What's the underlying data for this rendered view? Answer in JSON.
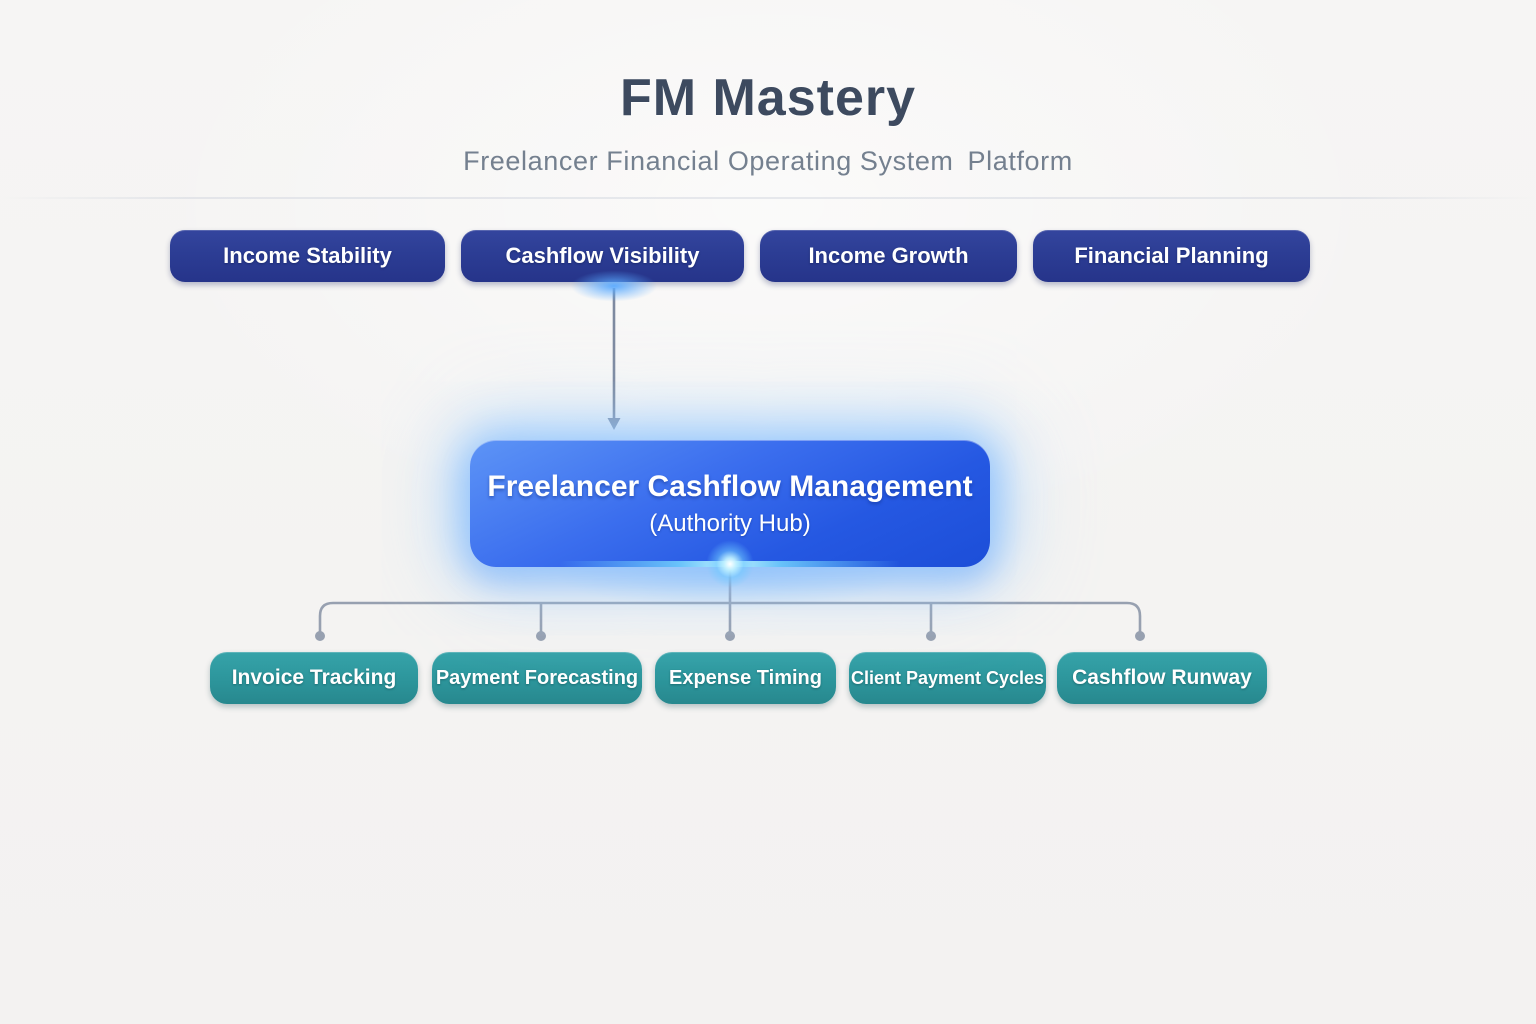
{
  "header": {
    "title": "FM Mastery",
    "subtitle_part1": "Freelancer Financial Operating System",
    "subtitle_part2": "Platform"
  },
  "top_pills": [
    {
      "label": "Income Stability"
    },
    {
      "label": "Cashflow Visibility"
    },
    {
      "label": "Income Growth"
    },
    {
      "label": "Financial Planning"
    }
  ],
  "hub": {
    "title": "Freelancer Cashflow Management",
    "subtitle": "(Authority Hub)"
  },
  "bottom_pills": [
    {
      "label": "Invoice Tracking"
    },
    {
      "label": "Payment Forecasting"
    },
    {
      "label": "Expense Timing"
    },
    {
      "label": "Client Payment Cycles"
    },
    {
      "label": "Cashflow Runway"
    }
  ],
  "colors": {
    "background": "#f5f4f3",
    "title_text": "#3d4a5f",
    "subtitle_text": "#74808f",
    "top_pill_navy": "#2c3d94",
    "hub_gradient_start": "#5d94f6",
    "hub_gradient_end": "#1c4ed8",
    "hub_glow": "#8cc3ff",
    "bottom_pill_teal": "#2e989e",
    "connector_line": "#8c96a8",
    "pill_text": "#ffffff"
  }
}
